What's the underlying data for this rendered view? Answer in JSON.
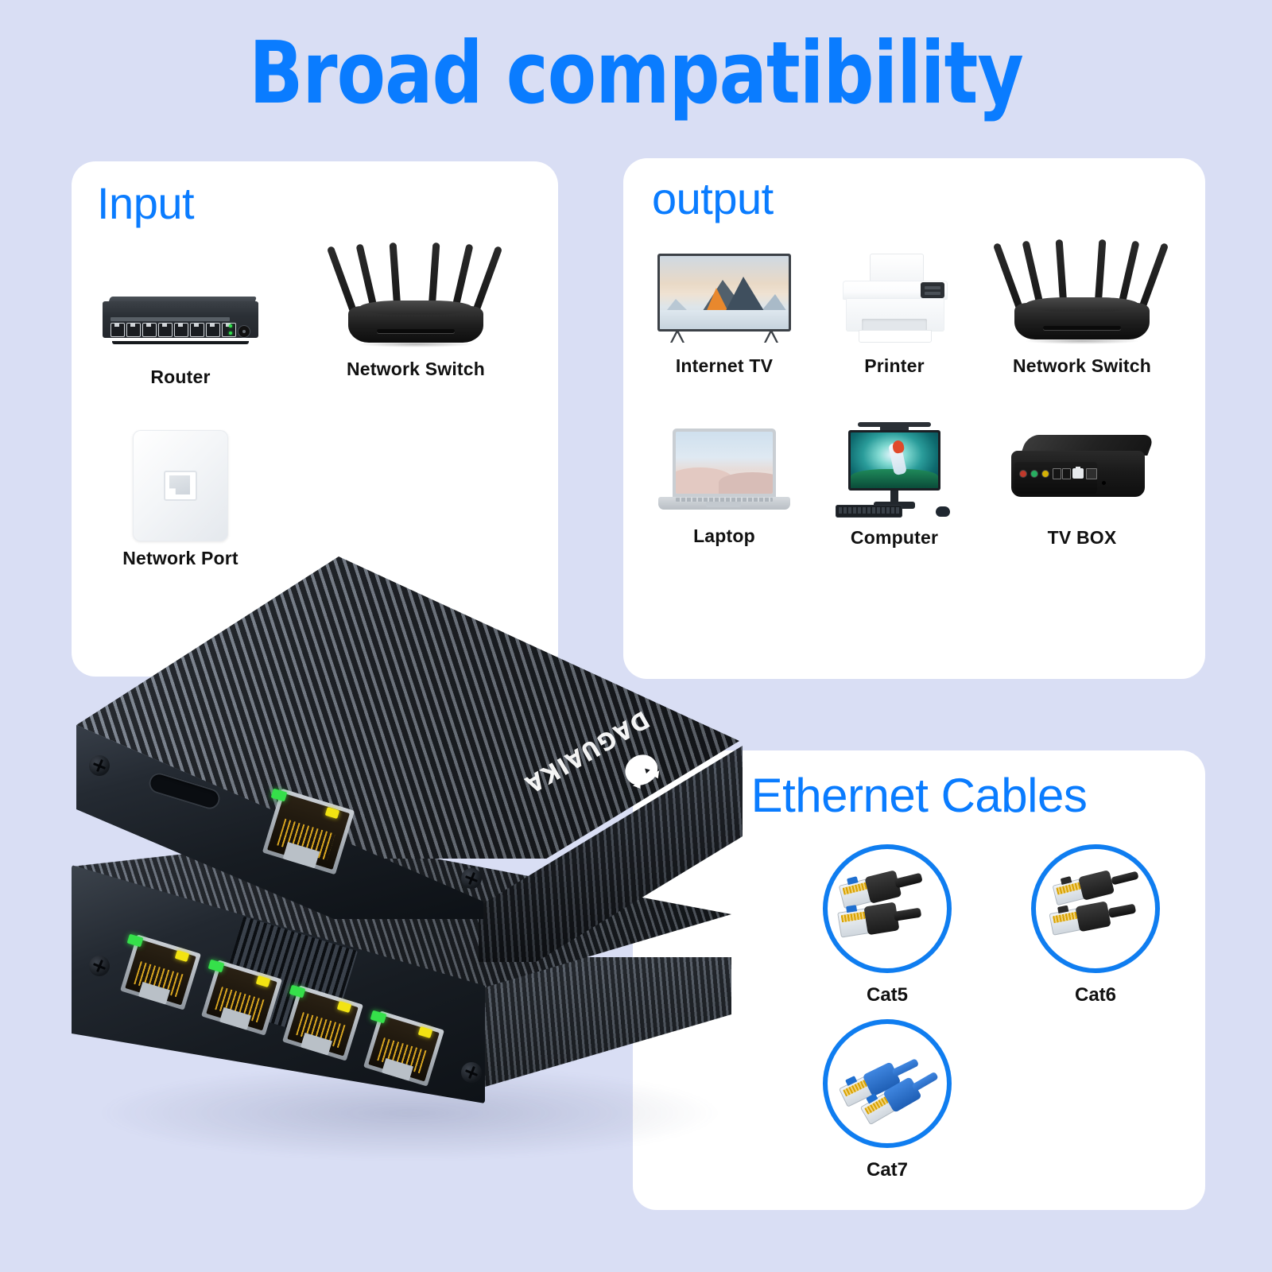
{
  "page": {
    "title": "Broad compatibility",
    "accent_color": "#0a7cff",
    "background_color": "#d9def4",
    "card_color": "#ffffff"
  },
  "input_panel": {
    "title": "Input",
    "items": [
      {
        "label": "Router",
        "icon": "desktop-switch-icon"
      },
      {
        "label": "Network Switch",
        "icon": "wifi-router-icon"
      },
      {
        "label": "Network Port",
        "icon": "wall-plate-rj45-icon"
      }
    ]
  },
  "output_panel": {
    "title": "output",
    "items": [
      {
        "label": "Internet TV",
        "icon": "television-icon"
      },
      {
        "label": "Printer",
        "icon": "printer-icon"
      },
      {
        "label": "Network Switch",
        "icon": "wifi-router-icon"
      },
      {
        "label": "Laptop",
        "icon": "laptop-icon"
      },
      {
        "label": "Computer",
        "icon": "desktop-monitor-icon"
      },
      {
        "label": "TV BOX",
        "icon": "tv-box-icon"
      }
    ]
  },
  "cables_panel": {
    "title": "Ethernet Cables",
    "circle_color": "#0f7df0",
    "items": [
      {
        "label": "Cat5",
        "icon": "rj45-cable-blue-black-icon"
      },
      {
        "label": "Cat6",
        "icon": "rj45-cable-black-icon"
      },
      {
        "label": "Cat7",
        "icon": "rj45-cable-blue-icon"
      }
    ]
  },
  "product": {
    "brand": "DAGUAIKA",
    "logo_icon": "tiger-head-icon",
    "top_unit": {
      "ports": [
        {
          "type": "usb-c"
        },
        {
          "type": "rj45",
          "leds": [
            "green",
            "yellow"
          ]
        }
      ]
    },
    "bottom_unit": {
      "ports": [
        {
          "type": "rj45",
          "leds": [
            "green",
            "yellow"
          ]
        },
        {
          "type": "rj45",
          "leds": [
            "green",
            "yellow"
          ]
        },
        {
          "type": "rj45",
          "leds": [
            "green",
            "yellow"
          ]
        },
        {
          "type": "rj45",
          "leds": [
            "green",
            "yellow"
          ]
        }
      ]
    }
  }
}
